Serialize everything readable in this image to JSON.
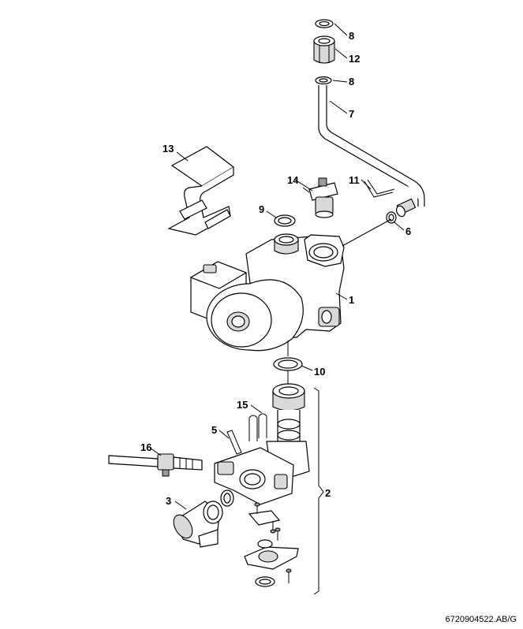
{
  "callouts": {
    "c8a": "8",
    "c12": "12",
    "c8b": "8",
    "c7": "7",
    "c13": "13",
    "c14": "14",
    "c11": "11",
    "c9": "9",
    "c6": "6",
    "c1": "1",
    "c10": "10",
    "c2": "2",
    "c15": "15",
    "c5": "5",
    "c16": "16",
    "c3": "3"
  },
  "reference_code": "6720904522.AB/G"
}
